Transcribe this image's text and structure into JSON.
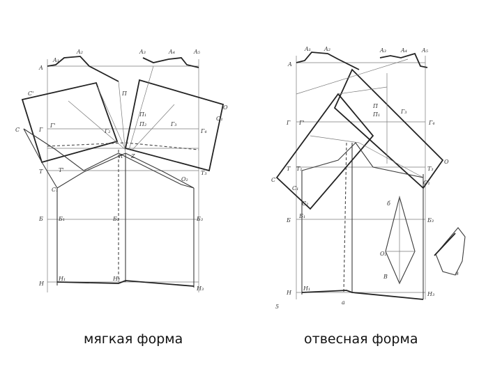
{
  "captions": {
    "left": "мягкая форма",
    "right": "отвесная форма"
  },
  "left_labels": {
    "A": "A",
    "A1": "A₁",
    "A2": "A₂",
    "A3": "A₃",
    "A4": "A₄",
    "A5": "A₅",
    "G": "Г",
    "G1": "Г'",
    "G2": "Г₂",
    "G3": "Г₃",
    "G4": "Г₄",
    "T": "T",
    "T1": "T'",
    "T3": "T₃",
    "B": "Б",
    "B1": "Б₁",
    "B2": "Б₂",
    "B3": "Б₃",
    "H": "H",
    "H1": "H₁",
    "H2": "H₂",
    "H3": "H₃",
    "C": "C",
    "C1": "C₁",
    "C2": "C'",
    "P": "П",
    "P1": "П₁",
    "P2": "П₂",
    "O": "O",
    "O1": "O₁",
    "O2": "O₂",
    "R": "R",
    "Z": "Z"
  },
  "right_labels": {
    "A": "A",
    "A1": "A₁",
    "A2": "A₂",
    "A3": "A₃",
    "A4": "A₄",
    "A5": "A₅",
    "G": "Г",
    "G1": "Г'",
    "G3": "Г₃",
    "G4": "Г₄",
    "T": "T",
    "T1": "T₁",
    "T3": "T₃",
    "B": "Б",
    "B1": "Б₁",
    "B3": "Б₃",
    "H": "H",
    "H1": "H₁",
    "H3": "H₃",
    "C": "C",
    "C1": "C₁",
    "C2": "C₂",
    "P": "П",
    "P1": "П₁",
    "O": "O",
    "O1": "O₁",
    "O2": "O₂",
    "a": "a",
    "num5": "5",
    "numB": "В",
    "numb": "б",
    "numв": "в"
  }
}
